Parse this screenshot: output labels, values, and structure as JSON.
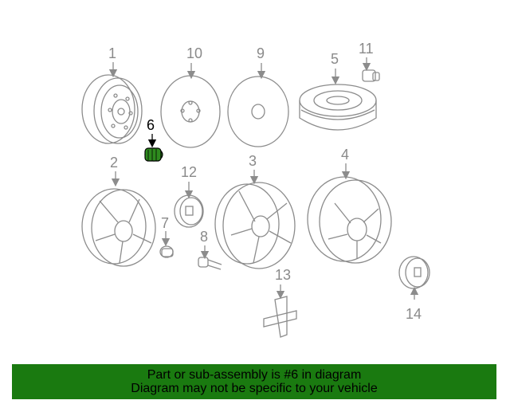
{
  "diagram": {
    "callouts": [
      "1",
      "2",
      "3",
      "4",
      "5",
      "6",
      "7",
      "8",
      "9",
      "10",
      "11",
      "12",
      "13",
      "14"
    ],
    "highlighted_part": "6",
    "highlight_color": "#2e8b1e"
  },
  "footer": {
    "line1": "Part or sub-assembly is #6 in diagram",
    "line2": "Diagram may not be specific to your vehicle",
    "background_color": "#1a7a10"
  }
}
